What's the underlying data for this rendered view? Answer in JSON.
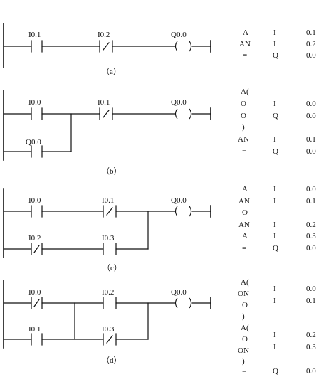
{
  "diagrams": [
    {
      "caption": "（a）",
      "rungs": [
        {
          "elements": [
            {
              "type": "contact-no",
              "label": "I0.1"
            },
            {
              "type": "contact-nc",
              "label": "I0.2"
            },
            {
              "type": "coil",
              "label": "Q0.0"
            }
          ]
        }
      ],
      "stl": [
        {
          "op": "A",
          "area": "I",
          "addr": "0.1"
        },
        {
          "op": "AN",
          "area": "I",
          "addr": "0.2"
        },
        {
          "op": "=",
          "area": "Q",
          "addr": "0.0"
        }
      ]
    },
    {
      "caption": "（b）",
      "rungs": [
        {
          "elements": [
            {
              "type": "contact-no",
              "label": "I0.0"
            },
            {
              "type": "contact-nc",
              "label": "I0.1"
            },
            {
              "type": "coil",
              "label": "Q0.0"
            }
          ]
        },
        {
          "elements": [
            {
              "type": "contact-no",
              "label": "Q0.0"
            }
          ]
        }
      ],
      "stl": [
        {
          "op": "A(",
          "area": "",
          "addr": ""
        },
        {
          "op": "O",
          "area": "I",
          "addr": "0.0"
        },
        {
          "op": "O",
          "area": "Q",
          "addr": "0.0"
        },
        {
          "op": ")",
          "area": "",
          "addr": ""
        },
        {
          "op": "AN",
          "area": "I",
          "addr": "0.1"
        },
        {
          "op": "=",
          "area": "Q",
          "addr": "0.0"
        }
      ]
    },
    {
      "caption": "（c）",
      "rungs": [
        {
          "elements": [
            {
              "type": "contact-no",
              "label": "I0.0"
            },
            {
              "type": "contact-nc",
              "label": "I0.1"
            },
            {
              "type": "coil",
              "label": "Q0.0"
            }
          ]
        },
        {
          "elements": [
            {
              "type": "contact-nc",
              "label": "I0.2"
            },
            {
              "type": "contact-no",
              "label": "I0.3"
            }
          ]
        }
      ],
      "stl": [
        {
          "op": "A",
          "area": "I",
          "addr": "0.0"
        },
        {
          "op": "AN",
          "area": "I",
          "addr": "0.1"
        },
        {
          "op": "O",
          "area": "",
          "addr": ""
        },
        {
          "op": "AN",
          "area": "I",
          "addr": "0.2"
        },
        {
          "op": "A",
          "area": "I",
          "addr": "0.3"
        },
        {
          "op": "=",
          "area": "Q",
          "addr": "0.0"
        }
      ]
    },
    {
      "caption": "（d）",
      "rungs": [
        {
          "elements": [
            {
              "type": "contact-nc",
              "label": "I0.0"
            },
            {
              "type": "contact-no",
              "label": "I0.2"
            },
            {
              "type": "coil",
              "label": "Q0.0"
            }
          ]
        },
        {
          "elements": [
            {
              "type": "contact-no",
              "label": "I0.1"
            },
            {
              "type": "contact-nc",
              "label": "I0.3"
            }
          ]
        }
      ],
      "stl": [
        {
          "op": "A(",
          "area": "",
          "addr": ""
        },
        {
          "op": "ON",
          "area": "I",
          "addr": "0.0"
        },
        {
          "op": "O",
          "area": "I",
          "addr": "0.1"
        },
        {
          "op": ")",
          "area": "",
          "addr": ""
        },
        {
          "op": "A(",
          "area": "",
          "addr": ""
        },
        {
          "op": "O",
          "area": "I",
          "addr": "0.2"
        },
        {
          "op": "ON",
          "area": "I",
          "addr": "0.3"
        },
        {
          "op": ")",
          "area": "",
          "addr": ""
        },
        {
          "op": "=",
          "area": "Q",
          "addr": "0.0"
        }
      ]
    }
  ]
}
